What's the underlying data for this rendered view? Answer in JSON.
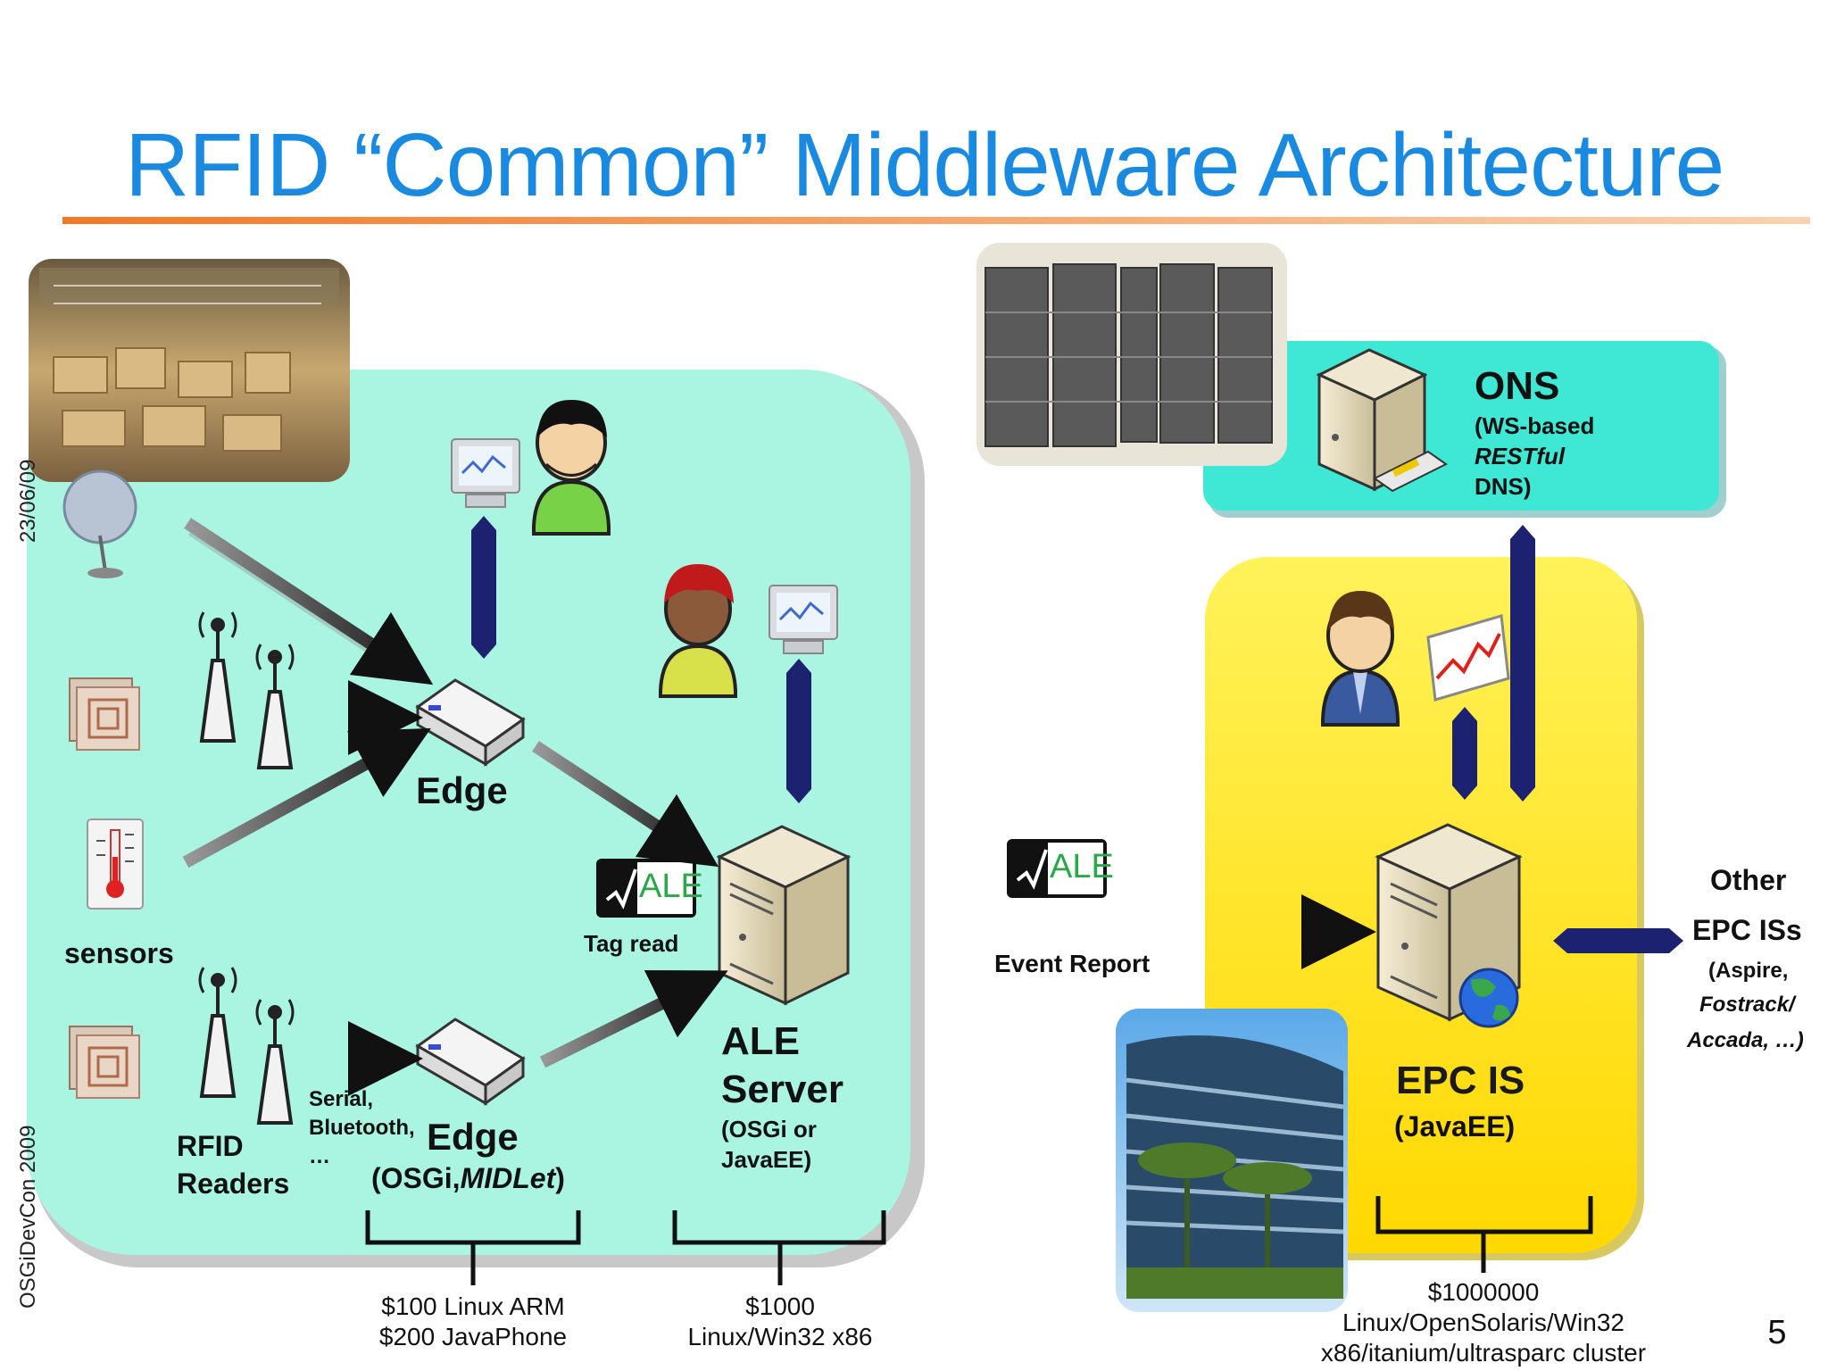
{
  "slide": {
    "title": "RFID “Common” Middleware Architecture",
    "page_number": "5",
    "side_date": "23/06/09",
    "side_event": "OSGiDevCon 2009"
  },
  "labels": {
    "edge_top": "Edge",
    "edge_bottom": "Edge",
    "edge_bottom_sub_prefix": "(OSGi,",
    "edge_bottom_sub_italic": "MIDLet",
    "edge_bottom_sub_suffix": ")",
    "sensors": "sensors",
    "rfid_line1": "RFID",
    "rfid_line2": "Readers",
    "serial_line1": "Serial,",
    "serial_line2": "Bluetooth,",
    "serial_line3": "…",
    "tag_read": "Tag read",
    "ale_badge_left": "ALE",
    "ale_badge_right": "ALE",
    "ale_server_line1": "ALE",
    "ale_server_line2": "Server",
    "ale_server_sub1": "(OSGi or",
    "ale_server_sub2": "JavaEE)",
    "event_report": "Event Report",
    "ons_title": "ONS",
    "ons_sub1": "(WS-based",
    "ons_sub2": "RESTful",
    "ons_sub3": "DNS)",
    "epcis_title": "EPC IS",
    "epcis_sub": "(JavaEE)",
    "other_line1": "Other",
    "other_line2": "EPC ISs",
    "other_line3": "(Aspire,",
    "other_line4": "Fostrack/",
    "other_line5": "Accada, …)"
  },
  "costs": {
    "edge_line1": "$100 Linux ARM",
    "edge_line2": "$200 JavaPhone",
    "ale_line1": "$1000",
    "ale_line2": "Linux/Win32 x86",
    "epcis_line1": "$1000000",
    "epcis_line2": "Linux/OpenSolaris/Win32",
    "epcis_line3": "x86/itanium/ultrasparc cluster"
  },
  "colors": {
    "title": "#1a8ae0",
    "accent_rule": "#f07a28",
    "edge_region": "#a8f2e0",
    "ons_box": "#3ee8d4",
    "epcis_region": "#ffe11a",
    "link_arrow": "#1c2270"
  },
  "icons": [
    "warehouse-photo",
    "satellite-dish-icon",
    "rfid-tag-icon",
    "rfid-reader-icon",
    "thermometer-icon",
    "edge-device-icon",
    "monitor-icon",
    "user-icon",
    "server-icon",
    "ale-badge-icon",
    "server-rack-photo",
    "chart-icon",
    "globe-icon",
    "office-building-photo"
  ]
}
